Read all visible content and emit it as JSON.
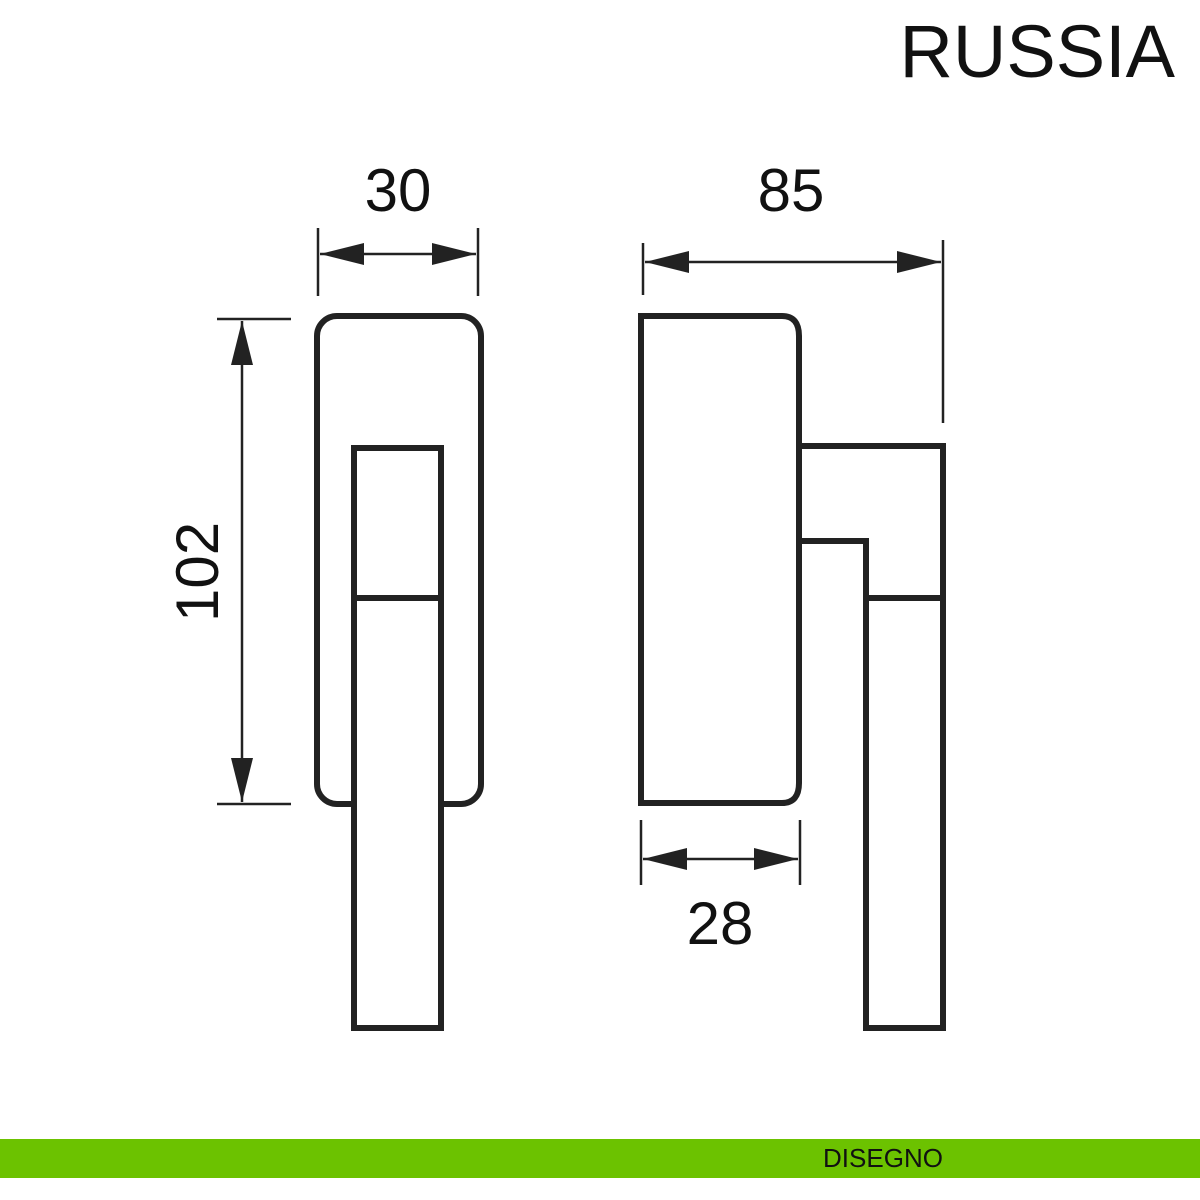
{
  "title": "RUSSIA",
  "footer": {
    "label": "DISEGNO",
    "color": "#6cc200"
  },
  "dimensions": {
    "front_width": "30",
    "side_depth": "85",
    "height": "102",
    "base_depth": "28"
  }
}
